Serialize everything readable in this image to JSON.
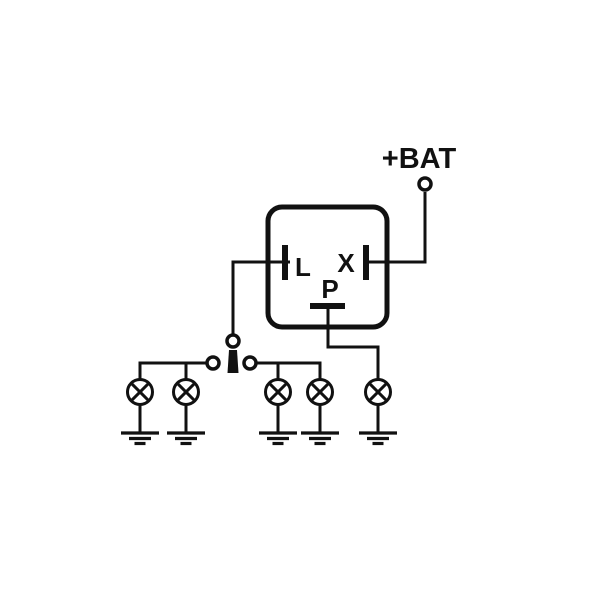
{
  "colors": {
    "ink": "#111111",
    "background": "#ffffff"
  },
  "diagram": {
    "labels": {
      "bat": "+BAT",
      "terminal_l": "L",
      "terminal_x": "X",
      "terminal_p": "P"
    },
    "components": {
      "relay": "flasher-relay-box",
      "battery_terminal": "battery-positive-terminal",
      "switch": "turn-signal-toggle-switch",
      "lamp_count": 5,
      "ground_count": 5
    }
  }
}
